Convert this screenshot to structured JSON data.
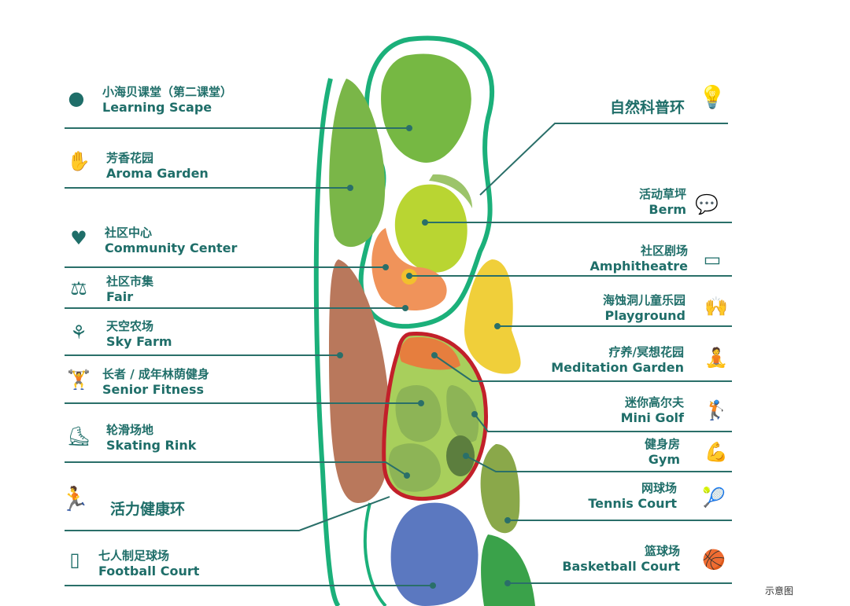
{
  "colors": {
    "text": "#1f6e69",
    "ring": "#1bb07a",
    "line": "#2a6f69"
  },
  "left": [
    {
      "zh": "小海贝课堂（第二课堂）",
      "en": "Learning Scape",
      "icon": "head-icon"
    },
    {
      "zh": "芳香花园",
      "en": "Aroma Garden",
      "icon": "butterfly-hand-icon"
    },
    {
      "zh": "社区中心",
      "en": "Community Center",
      "icon": "heart-pulse-icon"
    },
    {
      "zh": "社区市集",
      "en": "Fair",
      "icon": "scale-icon"
    },
    {
      "zh": "天空农场",
      "en": "Sky Farm",
      "icon": "wheat-hands-icon"
    },
    {
      "zh": "长者 / 成年林荫健身",
      "en": "Senior Fitness",
      "icon": "fitness-person-icon"
    },
    {
      "zh": "轮滑场地",
      "en": "Skating Rink",
      "icon": "skater-icon"
    },
    {
      "zh": "七人制足球场",
      "en": "Football Court",
      "icon": "football-field-icon"
    }
  ],
  "left_ring": {
    "title": "活力健康环",
    "icon": "runner-icon"
  },
  "right_ring": {
    "title": "自然科普环",
    "icon": "lightbulb-icon"
  },
  "right": [
    {
      "zh": "活动草坪",
      "en": "Berm",
      "icon": "speech-bubbles-icon"
    },
    {
      "zh": "社区剧场",
      "en": "Amphitheatre",
      "icon": "screen-audience-icon"
    },
    {
      "zh": "海蚀洞儿童乐园",
      "en": "Playground",
      "icon": "child-ball-icon"
    },
    {
      "zh": "疗养/冥想花园",
      "en": "Meditation Garden",
      "icon": "meditation-icon"
    },
    {
      "zh": "迷你高尔夫",
      "en": "Mini Golf",
      "icon": "golfer-icon"
    },
    {
      "zh": "健身房",
      "en": "Gym",
      "icon": "bicep-icon"
    },
    {
      "zh": "网球场",
      "en": "Tennis Court",
      "icon": "tennis-racket-icon"
    },
    {
      "zh": "篮球场",
      "en": "Basketball Court",
      "icon": "basketball-icon"
    }
  ],
  "note": "示意图"
}
